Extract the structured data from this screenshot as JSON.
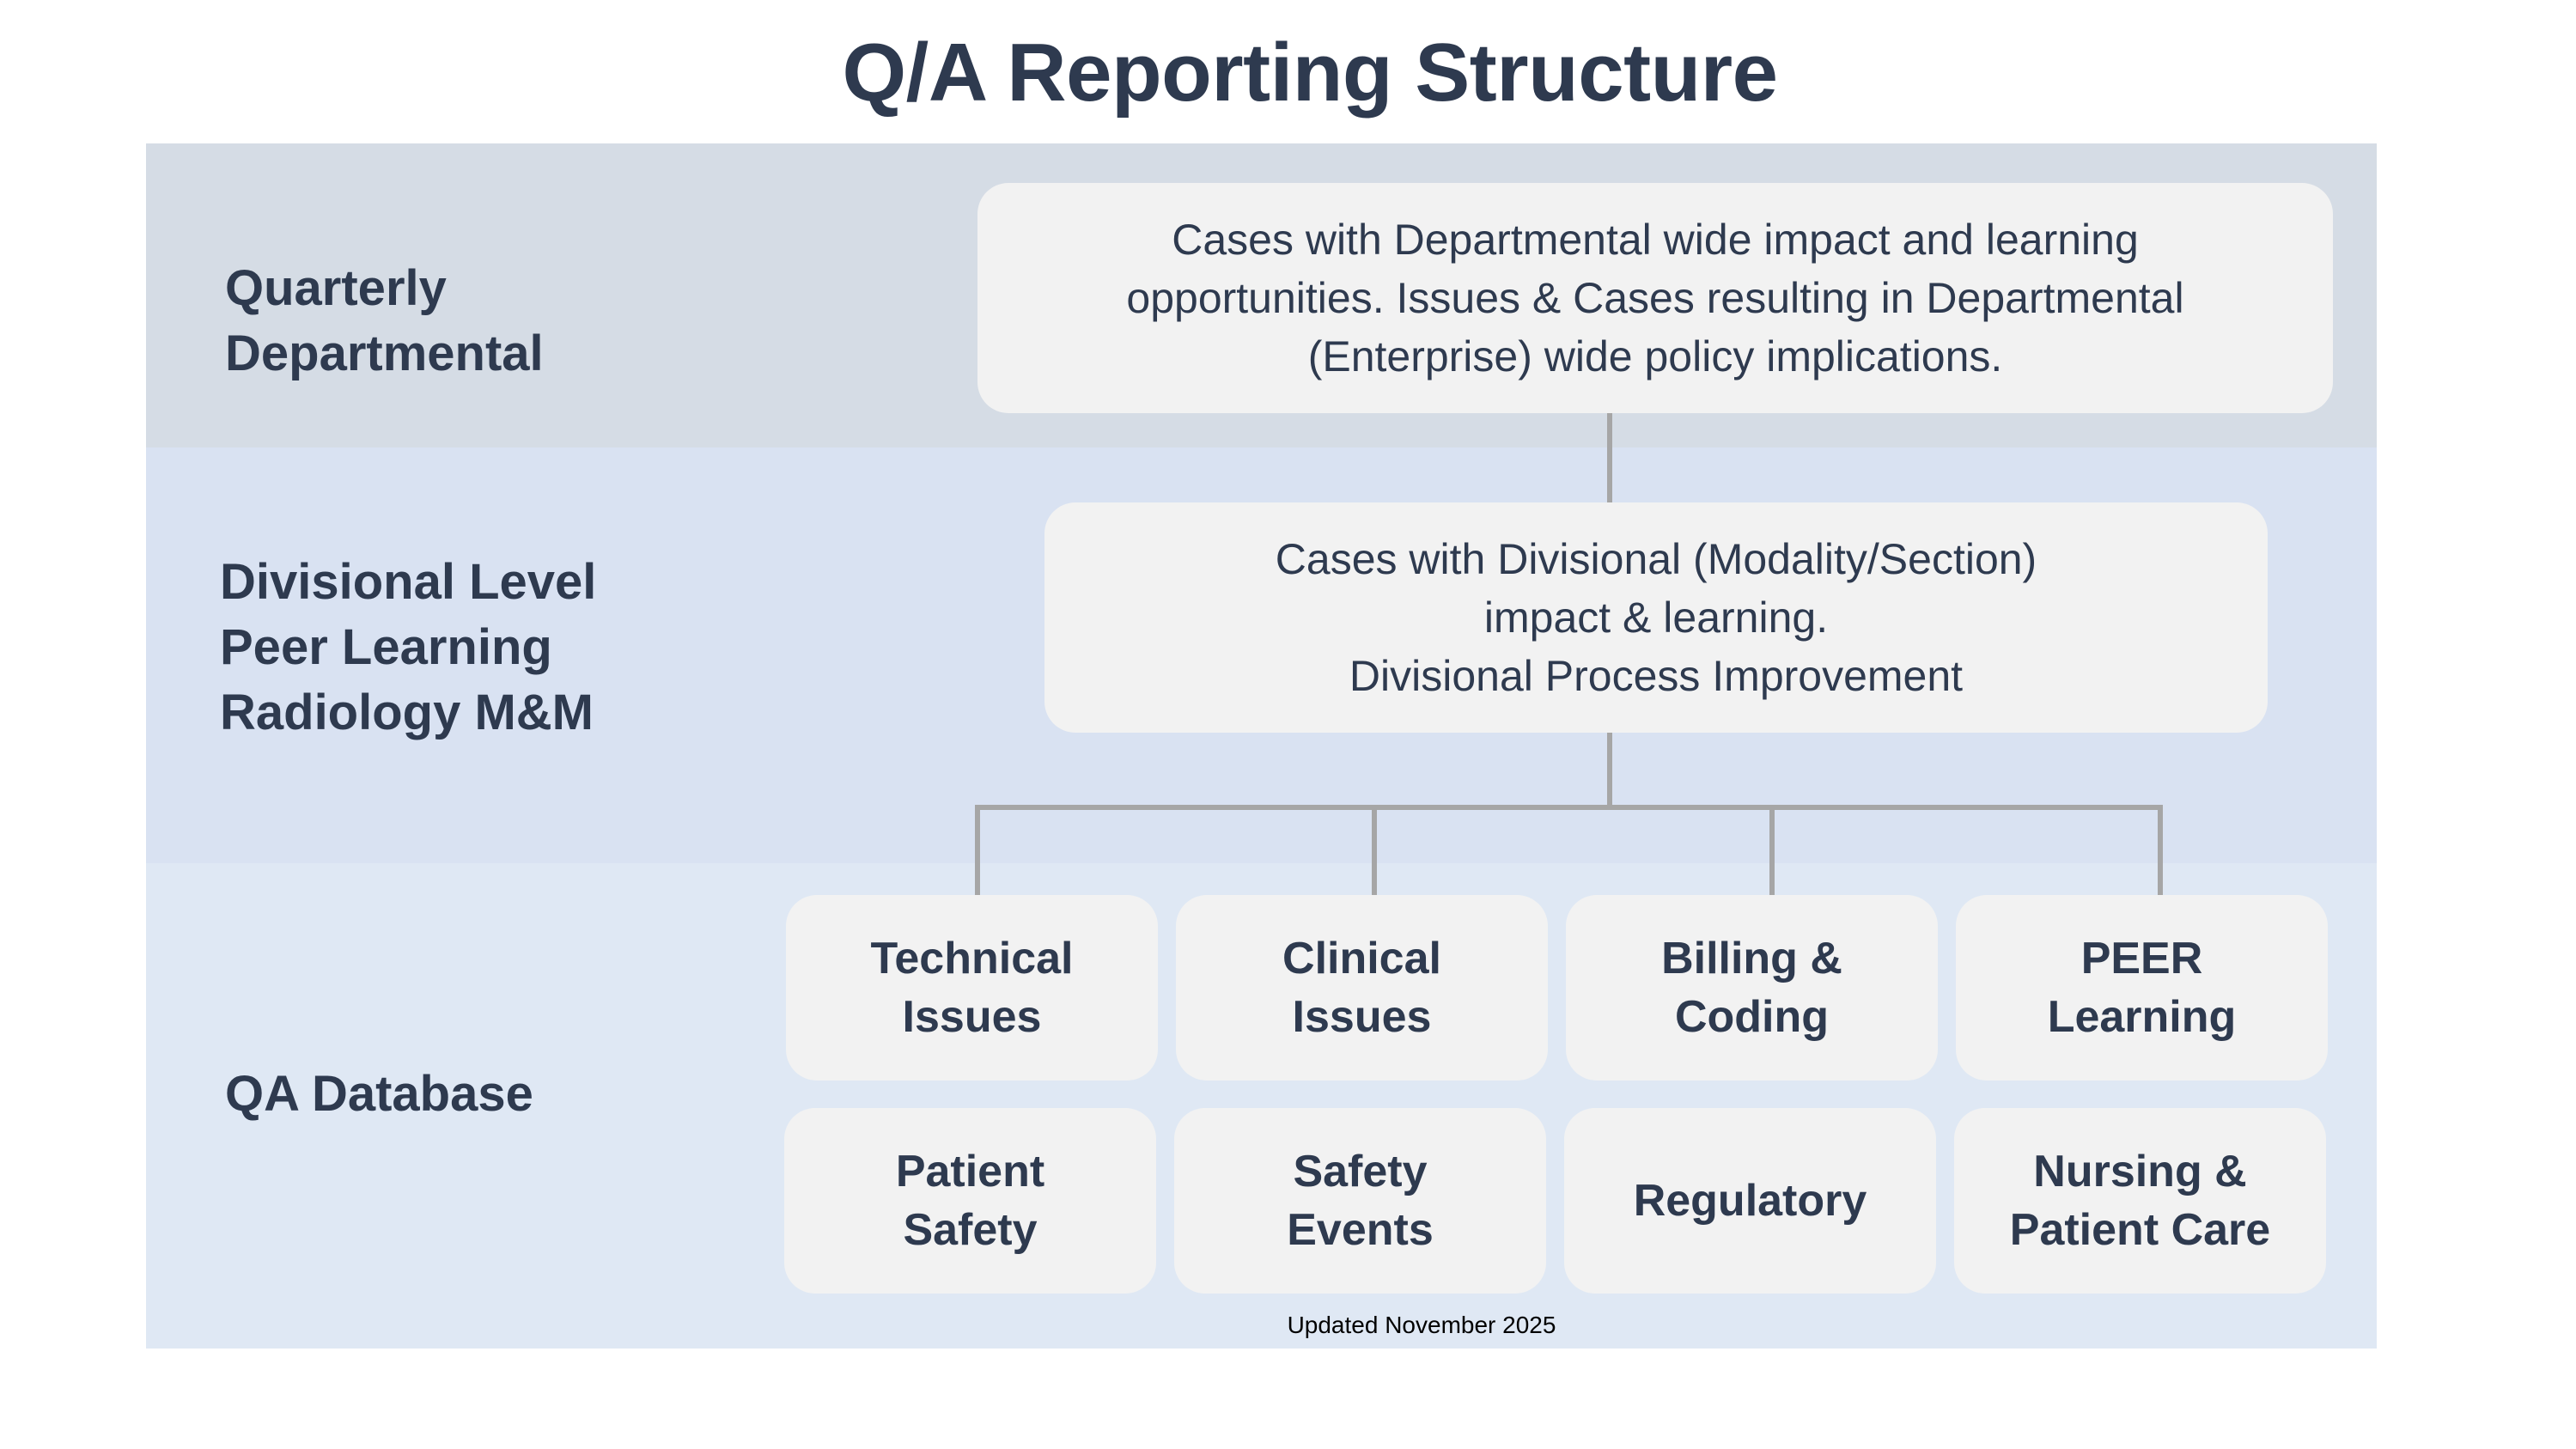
{
  "title": "Q/A Reporting Structure",
  "levels": [
    {
      "label": "Quarterly\nDepartmental",
      "box_text": "Cases with Departmental wide impact and learning\nopportunities. Issues & Cases resulting in Departmental\n(Enterprise) wide policy implications."
    },
    {
      "label": "Divisional Level\nPeer Learning\nRadiology M&M",
      "box_text": "Cases with Divisional (Modality/Section)\nimpact & learning.\nDivisional Process Improvement"
    },
    {
      "label": "QA Database",
      "categories_row1": [
        "Technical\nIssues",
        "Clinical\nIssues",
        "Billing &\nCoding",
        "PEER\nLearning"
      ],
      "categories_row2": [
        "Patient\nSafety",
        "Safety\nEvents",
        "Regulatory",
        "Nursing &\nPatient Care"
      ]
    }
  ],
  "footnote": "Updated November 2025",
  "colors": {
    "band_quarterly": "#d5dce5",
    "band_divisional": "#d9e2f2",
    "band_qa": "#dfe8f4",
    "box": "#f2f2f2",
    "text": "#2e3a4f",
    "connector": "#a6a6a6"
  }
}
